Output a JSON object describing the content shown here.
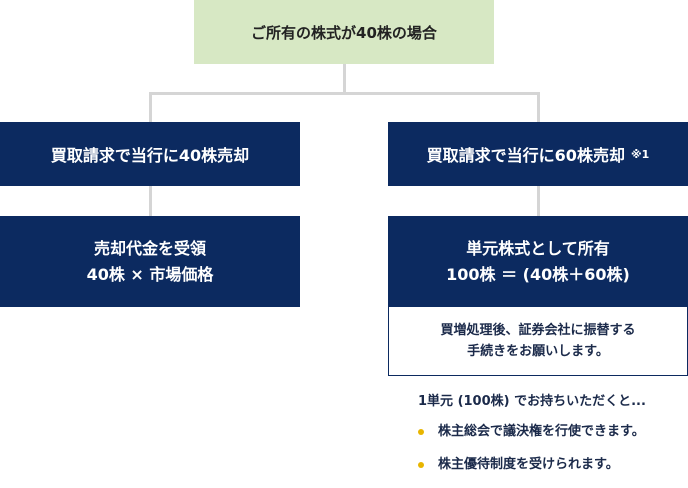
{
  "top_box": {
    "text": "ご所有の株式が40株の場合"
  },
  "left_branch": {
    "step_title": "買取請求で当行に40株売却",
    "result_line1": "売却代金を受領",
    "result_line2": "40株 × 市場価格"
  },
  "right_branch": {
    "step_title": "買取請求で当行に60株売却",
    "step_note": "※1",
    "result_line1": "単元株式として所有",
    "result_line2": "100株 ＝ (40株＋60株)",
    "detail_line1": "買増処理後、証券会社に振替する",
    "detail_line2": "手続きをお願いします。"
  },
  "benefits": {
    "heading": "1単元 (100株) でお持ちいただくと...",
    "items": [
      "株主総会で議決権を行使できます。",
      "株主優待制度を受けられます。"
    ],
    "bullet_color": "#e8b500"
  },
  "colors": {
    "navy": "#0c2a60",
    "green": "#d7e8c4",
    "connector": "#d5d5d5"
  }
}
